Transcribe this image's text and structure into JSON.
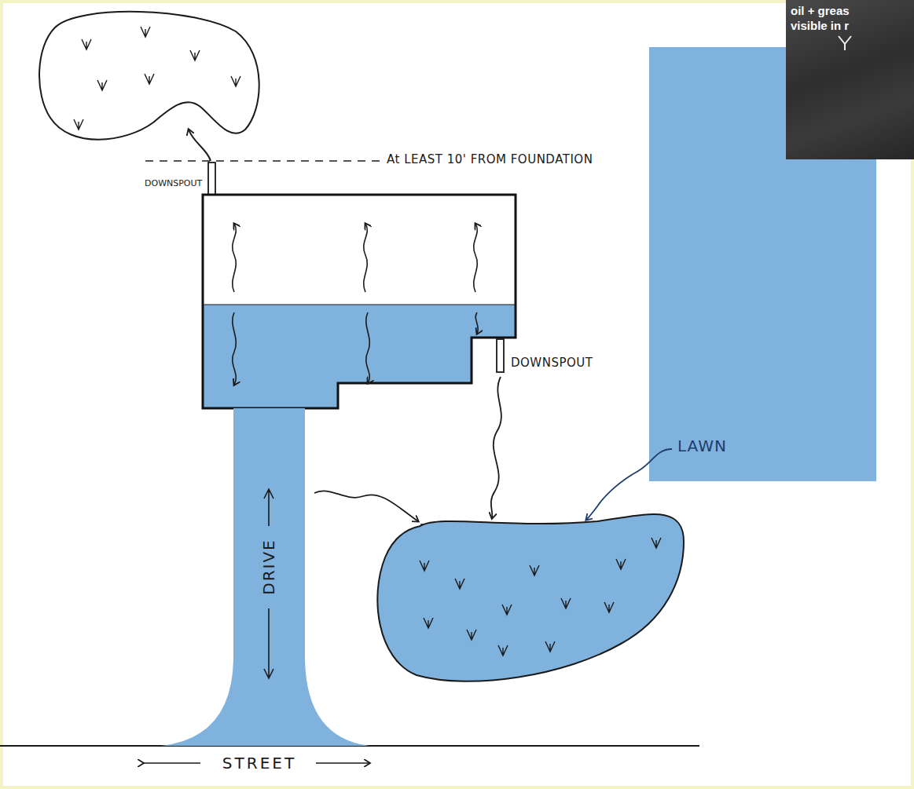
{
  "diagram": {
    "nodes": [
      {
        "text": [
          "oil + greas visible in r"
        ]
      },
      {
        "text": [
          "DRIVE"
        ]
      }
    ],
    "labels": [
      "At LEAST 10' FROM FOUNDATION",
      "DOWNSPOUT",
      "DOWNSPOUT",
      "LAWN",
      "STREET"
    ]
  }
}
